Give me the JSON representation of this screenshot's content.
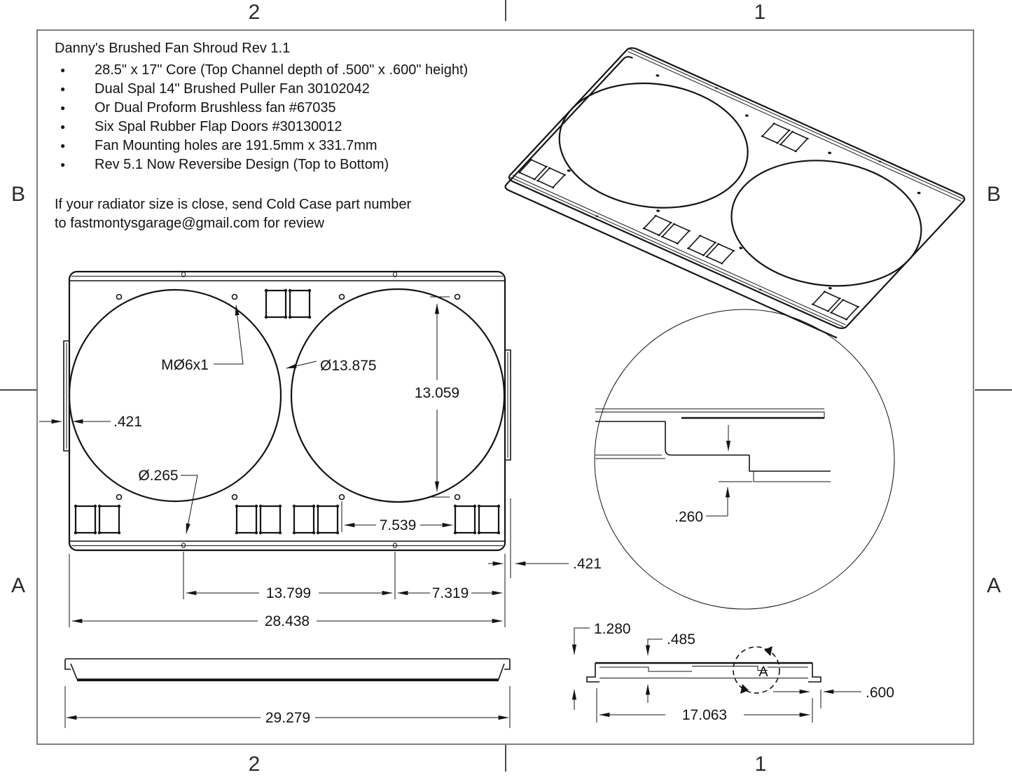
{
  "zones": {
    "top_left": "2",
    "top_right": "1",
    "bottom_left": "2",
    "bottom_right": "1",
    "left_top": "B",
    "left_bottom": "A",
    "right_top": "B",
    "right_bottom": "A"
  },
  "notes": {
    "title": "Danny's Brushed Fan Shroud Rev 1.1",
    "bullets": [
      "28.5\" x 17\" Core (Top Channel depth of .500\" x .600\" height)",
      "Dual Spal 14\" Brushed Puller Fan 30102042",
      "Or Dual Proform Brushless fan #67035",
      "Six Spal Rubber Flap Doors #30130012",
      "Fan Mounting holes are 191.5mm x 331.7mm",
      "Rev 5.1 Now Reversibe Design (Top to Bottom)"
    ],
    "contact1": "If your radiator size is close, send Cold Case part number",
    "contact2": "to fastmontysgarage@gmail.com for review"
  },
  "front_view": {
    "thread_callout": "MØ6x1",
    "fan_opening_dia": "Ø13.875",
    "fan_hole_vspacing": "13.059",
    "left_edge_offset": ".421",
    "mount_hole_dia": "Ø.265",
    "fan_hole_hspacing": "7.539",
    "right_edge_offset": ".421",
    "strip_hole_spacing": "13.799",
    "strip_hole_edge": "7.319",
    "overall_width": "28.438"
  },
  "detail_view": {
    "step_height": ".260"
  },
  "side_view": {
    "overall_width": "29.279"
  },
  "section_view": {
    "overall_height": "1.280",
    "channel_depth": ".485",
    "inner_width": "17.063",
    "flange_width": ".600",
    "detail_label": "A"
  }
}
